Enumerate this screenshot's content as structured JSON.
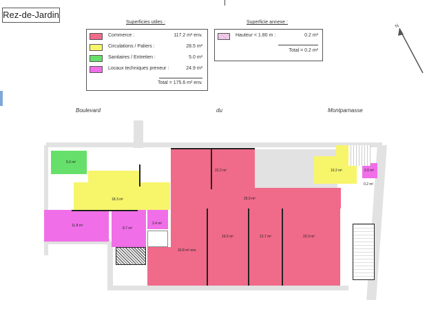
{
  "title": "Rez-de-Jardin",
  "legend_main": {
    "heading": "Superficies utiles :",
    "items": [
      {
        "label": "Commerce :",
        "value": "117.2 m² env.",
        "color": "#f06a8a"
      },
      {
        "label": "Circulations / Paliers :",
        "value": "28.5 m²",
        "color": "#f7f56a"
      },
      {
        "label": "Sanitaires / Entretien :",
        "value": "5.0 m²",
        "color": "#66e06a"
      },
      {
        "label": "Locaux techniques preneur :",
        "value": "24.9 m²",
        "color": "#f06ee8"
      }
    ],
    "total": "Total = 175.6 m² env."
  },
  "legend_annex": {
    "heading": "Superficie annexe :",
    "items": [
      {
        "label": "Hauteur < 1.80 m :",
        "value": "0.2 m²",
        "color": "#f6d6f0"
      }
    ],
    "total": "Total = 0.2 m²"
  },
  "compass": {
    "label": "N"
  },
  "street": {
    "word1": "Boulevard",
    "word2": "du",
    "word3": "Montparnasse"
  },
  "rooms": [
    {
      "id": "sanitaires",
      "label": "5.0 m²"
    },
    {
      "id": "circ-left",
      "label": "18.3 m²"
    },
    {
      "id": "local-11",
      "label": "11.8 m²"
    },
    {
      "id": "local-87",
      "label": "8.7 m²"
    },
    {
      "id": "local-24",
      "label": "2.4 m²"
    },
    {
      "id": "wc-block",
      "label": "22.2 m²"
    },
    {
      "id": "hall",
      "label": "25.9 m²"
    },
    {
      "id": "shop-entry",
      "label": "16.8 m² env."
    },
    {
      "id": "shop-a",
      "label": "16.5 m²"
    },
    {
      "id": "shop-b",
      "label": "12.7 m²"
    },
    {
      "id": "shop-c",
      "label": "23.3 m²"
    },
    {
      "id": "circ-right",
      "label": "10.2 m²"
    },
    {
      "id": "local-right",
      "label": "2.0 m²"
    },
    {
      "id": "annex",
      "label": "0.2 m²"
    }
  ]
}
